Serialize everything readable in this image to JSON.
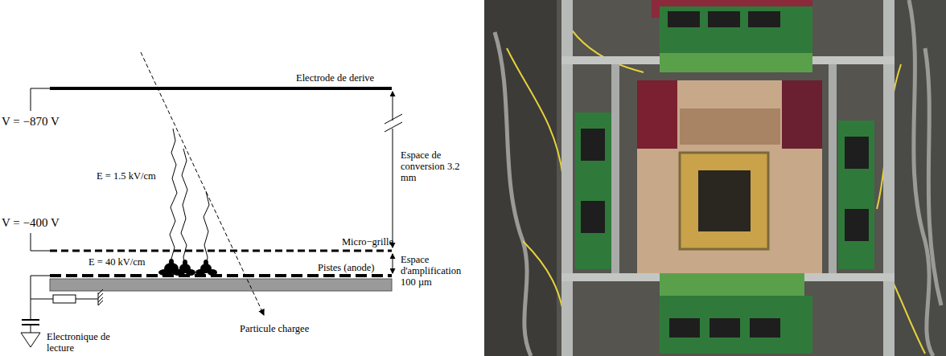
{
  "diagram": {
    "labels": [
      "Electrode de derive",
      "V = −870 V",
      "E = 1.5 kV/cm",
      "Espace de conversion 3.2 mm",
      "V = −400 V",
      "Micro−grille",
      "Espace d'amplification 100 µm",
      "E = 40 kV/cm",
      "Pistes (anode)",
      "Particule chargee",
      "Electronique de lecture"
    ]
  }
}
